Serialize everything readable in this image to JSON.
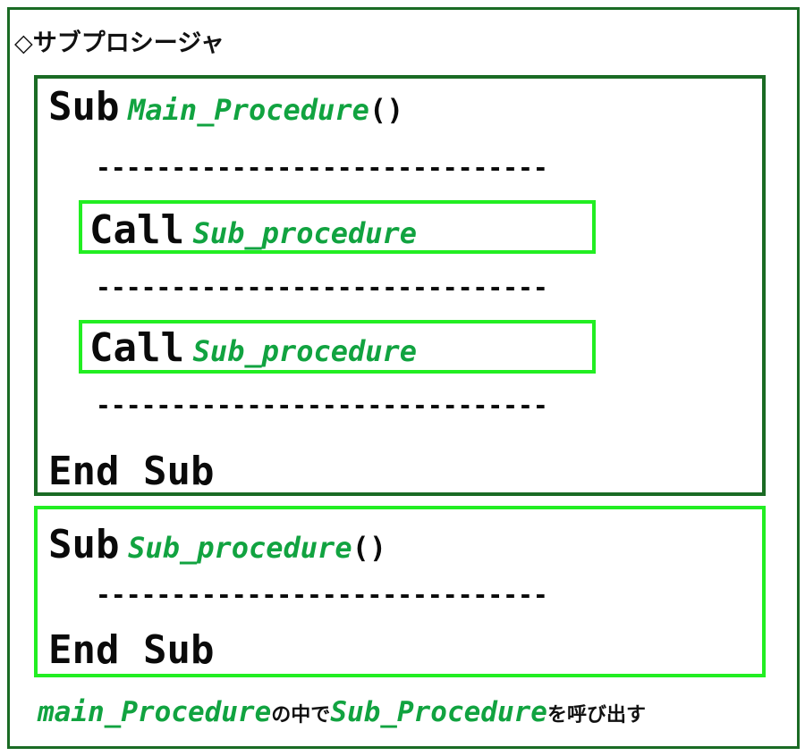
{
  "title": "◇サブプロシージャ",
  "main_procedure": {
    "sub_keyword": "Sub",
    "name": "Main_Procedure",
    "parens": "()",
    "separator": "------------------------------",
    "calls": [
      {
        "keyword": "Call",
        "target": "Sub_procedure"
      },
      {
        "keyword": "Call",
        "target": "Sub_procedure"
      }
    ],
    "end_keyword": "End Sub"
  },
  "sub_procedure": {
    "sub_keyword": "Sub",
    "name": "Sub_procedure",
    "parens": "()",
    "separator": "------------------------------",
    "end_keyword": "End Sub"
  },
  "caption": {
    "caller": "main_Procedure",
    "text_middle": "の中で",
    "callee": "Sub_Procedure",
    "text_end": "を呼び出す"
  },
  "colors": {
    "frame_dark_green": "#1a6b24",
    "frame_bright_green": "#22ee22",
    "identifier_green": "#11a340",
    "text_black": "#0a0a0a"
  }
}
